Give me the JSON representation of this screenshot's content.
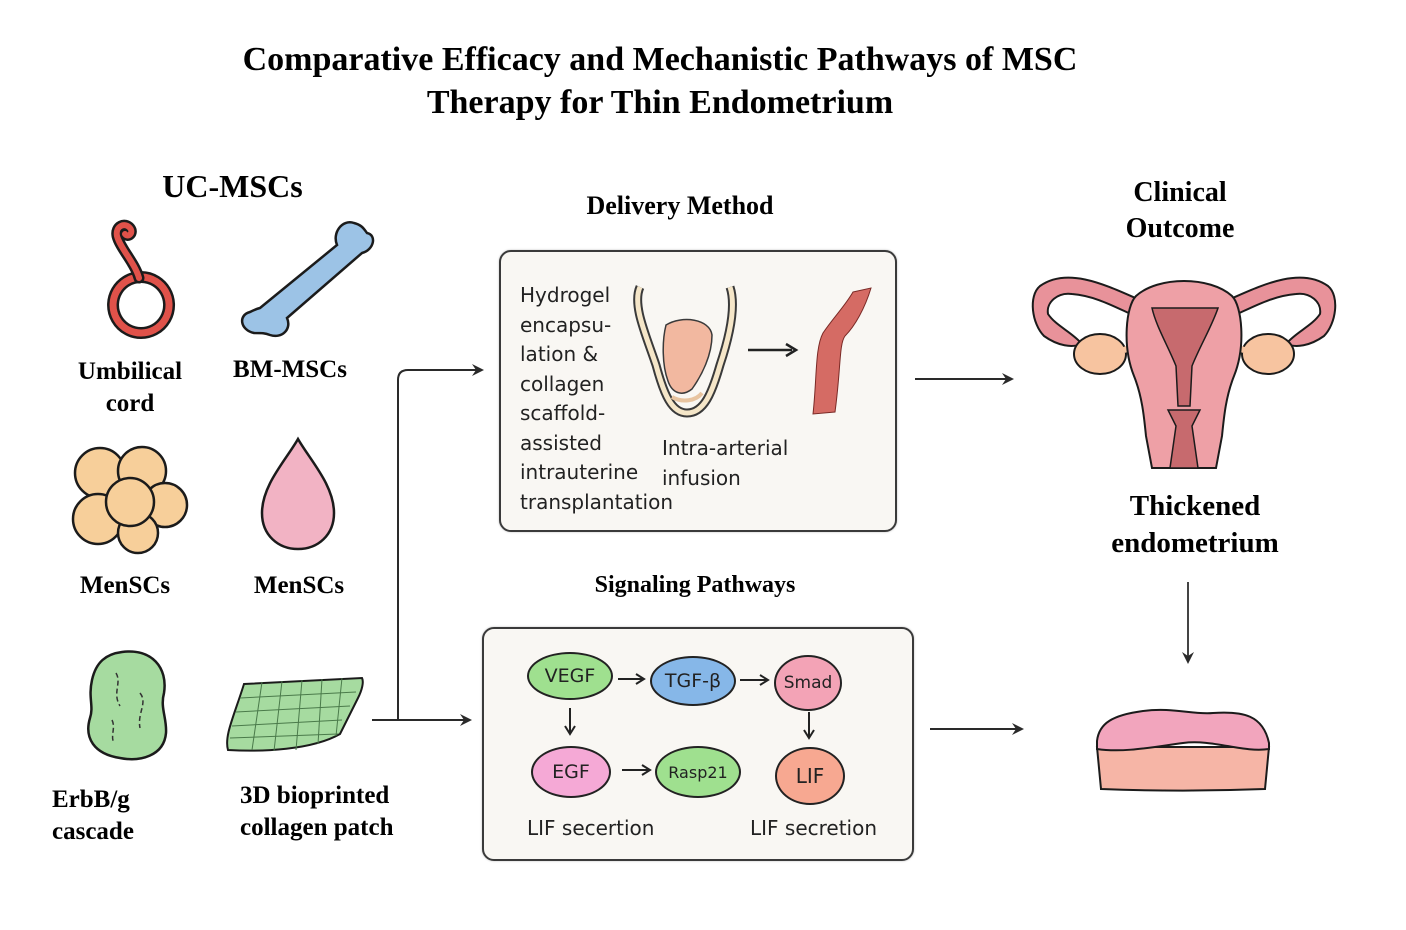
{
  "title": {
    "line1": "Comparative Efficacy and Mechanistic Pathways of MSC",
    "line2": "Therapy for Thin Endometrium"
  },
  "sources": {
    "heading": "UC-MSCs",
    "items": [
      {
        "icon": "umbilical-cord-icon",
        "label_line1": "Umbilical",
        "label_line2": "cord",
        "color": "#e0524a"
      },
      {
        "icon": "bone-icon",
        "label_line1": "BM-MSCs",
        "label_line2": "",
        "color": "#9cc3e6"
      },
      {
        "icon": "cell-cluster-icon",
        "label_line1": "MenSCs",
        "label_line2": "",
        "color": "#f7cf9a"
      },
      {
        "icon": "droplet-icon",
        "label_line1": "MenSCs",
        "label_line2": "",
        "color": "#f2b3c4"
      },
      {
        "icon": "green-blob-icon",
        "label_line1": "ErbB/g",
        "label_line2": "cascade",
        "color": "#a6dba0"
      },
      {
        "icon": "collagen-patch-icon",
        "label_line1": "3D bioprinted",
        "label_line2": "collagen patch",
        "color": "#a6dba0"
      }
    ]
  },
  "delivery": {
    "heading": "Delivery Method",
    "text_lines": [
      "Hydrogel",
      "encapsu-",
      "lation &",
      "collagen",
      "scaffold-",
      "assisted",
      "intrauterine",
      "transplantation"
    ],
    "infusion_lines": [
      "Intra-arterial",
      "infusion"
    ]
  },
  "signaling": {
    "heading": "Signaling Pathways",
    "nodes": [
      {
        "id": "vegf",
        "label": "VEGF",
        "color": "#9fe08f"
      },
      {
        "id": "tgfb",
        "label": "TGF-β",
        "color": "#86b7e8"
      },
      {
        "id": "smad",
        "label": "Smad",
        "color": "#f3a3b6"
      },
      {
        "id": "egf",
        "label": "EGF",
        "color": "#f5a9d6"
      },
      {
        "id": "rasp21",
        "label": "Rasp21",
        "color": "#9fe08f"
      },
      {
        "id": "lif",
        "label": "LIF",
        "color": "#f7a891"
      }
    ],
    "footer_left": "LIF secertion",
    "footer_right": "LIF secretion"
  },
  "outcome": {
    "heading_line1": "Clinical",
    "heading_line2": "Outcome",
    "result_line1": "Thickened",
    "result_line2": "endometrium"
  }
}
